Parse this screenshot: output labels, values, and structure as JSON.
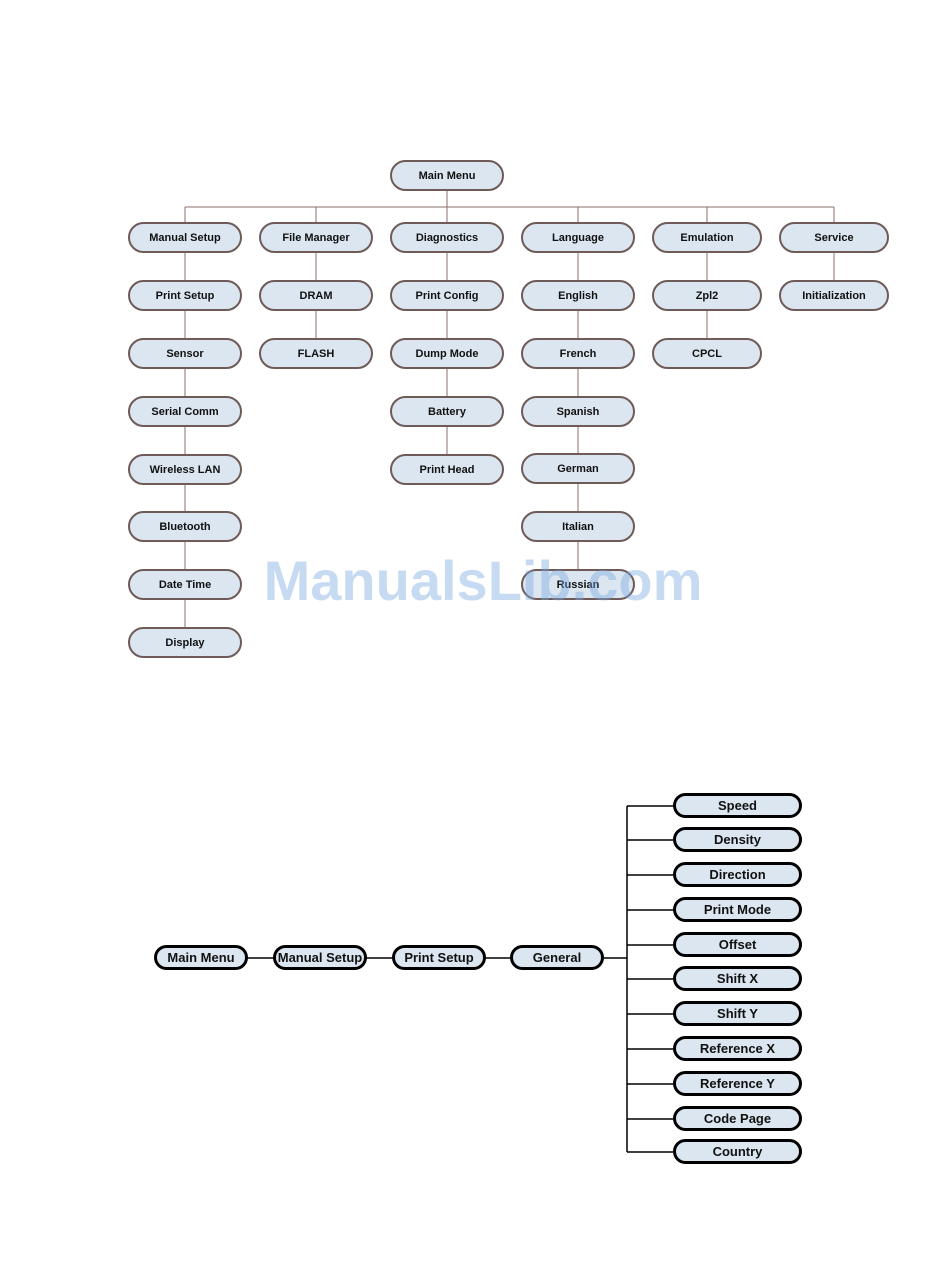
{
  "top_tree": {
    "root": "Main Menu",
    "columns": [
      {
        "header": "Manual Setup",
        "items": [
          "Print Setup",
          "Sensor",
          "Serial Comm",
          "Wireless LAN",
          "Bluetooth",
          "Date Time",
          "Display"
        ]
      },
      {
        "header": "File Manager",
        "items": [
          "DRAM",
          "FLASH"
        ]
      },
      {
        "header": "Diagnostics",
        "items": [
          "Print Config",
          "Dump Mode",
          "Battery",
          "Print Head"
        ]
      },
      {
        "header": "Language",
        "items": [
          "English",
          "French",
          "Spanish",
          "German",
          "Italian",
          "Russian"
        ]
      },
      {
        "header": "Emulation",
        "items": [
          "Zpl2",
          "CPCL"
        ]
      },
      {
        "header": "Service",
        "items": [
          "Initialization"
        ]
      }
    ]
  },
  "path_tree": {
    "path": [
      "Main Menu",
      "Manual Setup",
      "Print Setup",
      "General"
    ],
    "leaves": [
      "Speed",
      "Density",
      "Direction",
      "Print Mode",
      "Offset",
      "Shift X",
      "Shift Y",
      "Reference X",
      "Reference Y",
      "Code Page",
      "Country"
    ]
  },
  "watermark": "ManualsLib.com",
  "colors": {
    "node_fill": "#dce6f0",
    "top_border": "#6e5b58",
    "top_line": "#8b6f6a",
    "bottom_border": "#000000"
  }
}
